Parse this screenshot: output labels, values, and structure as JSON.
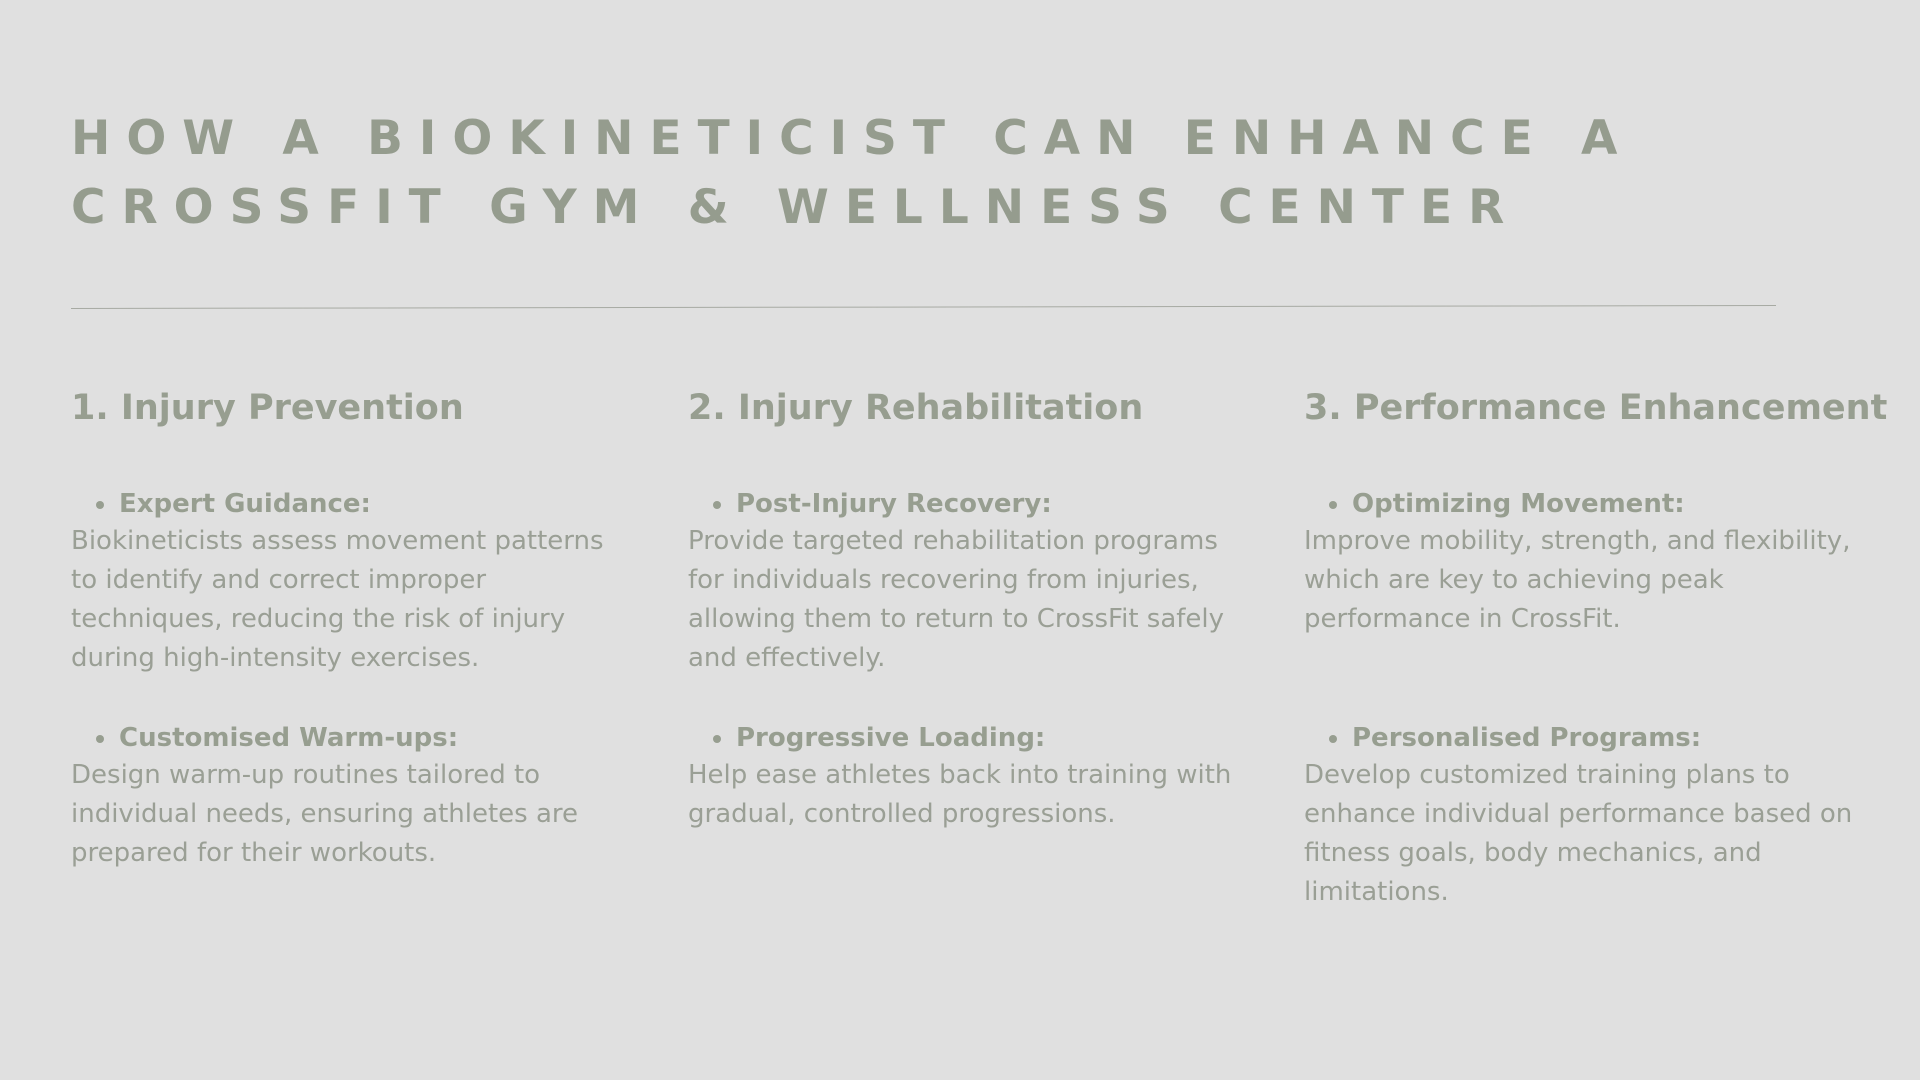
{
  "page": {
    "title_line_1": "HOW A BIOKINETICIST CAN ENHANCE A",
    "title_line_2": "CROSSFIT GYM & WELLNESS CENTER"
  },
  "sections": [
    {
      "heading": "1. Injury Prevention",
      "items": [
        {
          "heading": "Expert Guidance:",
          "body": "Biokineticists assess movement patterns to identify and correct improper techniques, reducing the risk of injury during high-intensity exercises."
        },
        {
          "heading": "Customised Warm-ups:",
          "body": "Design warm-up routines tailored to individual needs, ensuring athletes are prepared for their workouts."
        }
      ]
    },
    {
      "heading": "2. Injury Rehabilitation",
      "items": [
        {
          "heading": "Post-Injury Recovery:",
          "body": "Provide targeted rehabilitation programs for individuals recovering from injuries, allowing them to return to CrossFit safely and effectively."
        },
        {
          "heading": "Progressive Loading:",
          "body": "Help ease athletes back into training with gradual, controlled progressions."
        }
      ]
    },
    {
      "heading": "3. Performance Enhancement",
      "items": [
        {
          "heading": "Optimizing Movement:",
          "body": "Improve mobility, strength, and flexibility, which are key to achieving peak performance in CrossFit."
        },
        {
          "heading": "Personalised Programs:",
          "body": "Develop customized training plans to enhance individual performance based on fitness goals, body mechanics, and limitations."
        }
      ]
    }
  ],
  "colors": {
    "background": "#e0e0e0",
    "title": "#959c8e",
    "text": "#979e90",
    "divider": "#a7aaa3"
  }
}
